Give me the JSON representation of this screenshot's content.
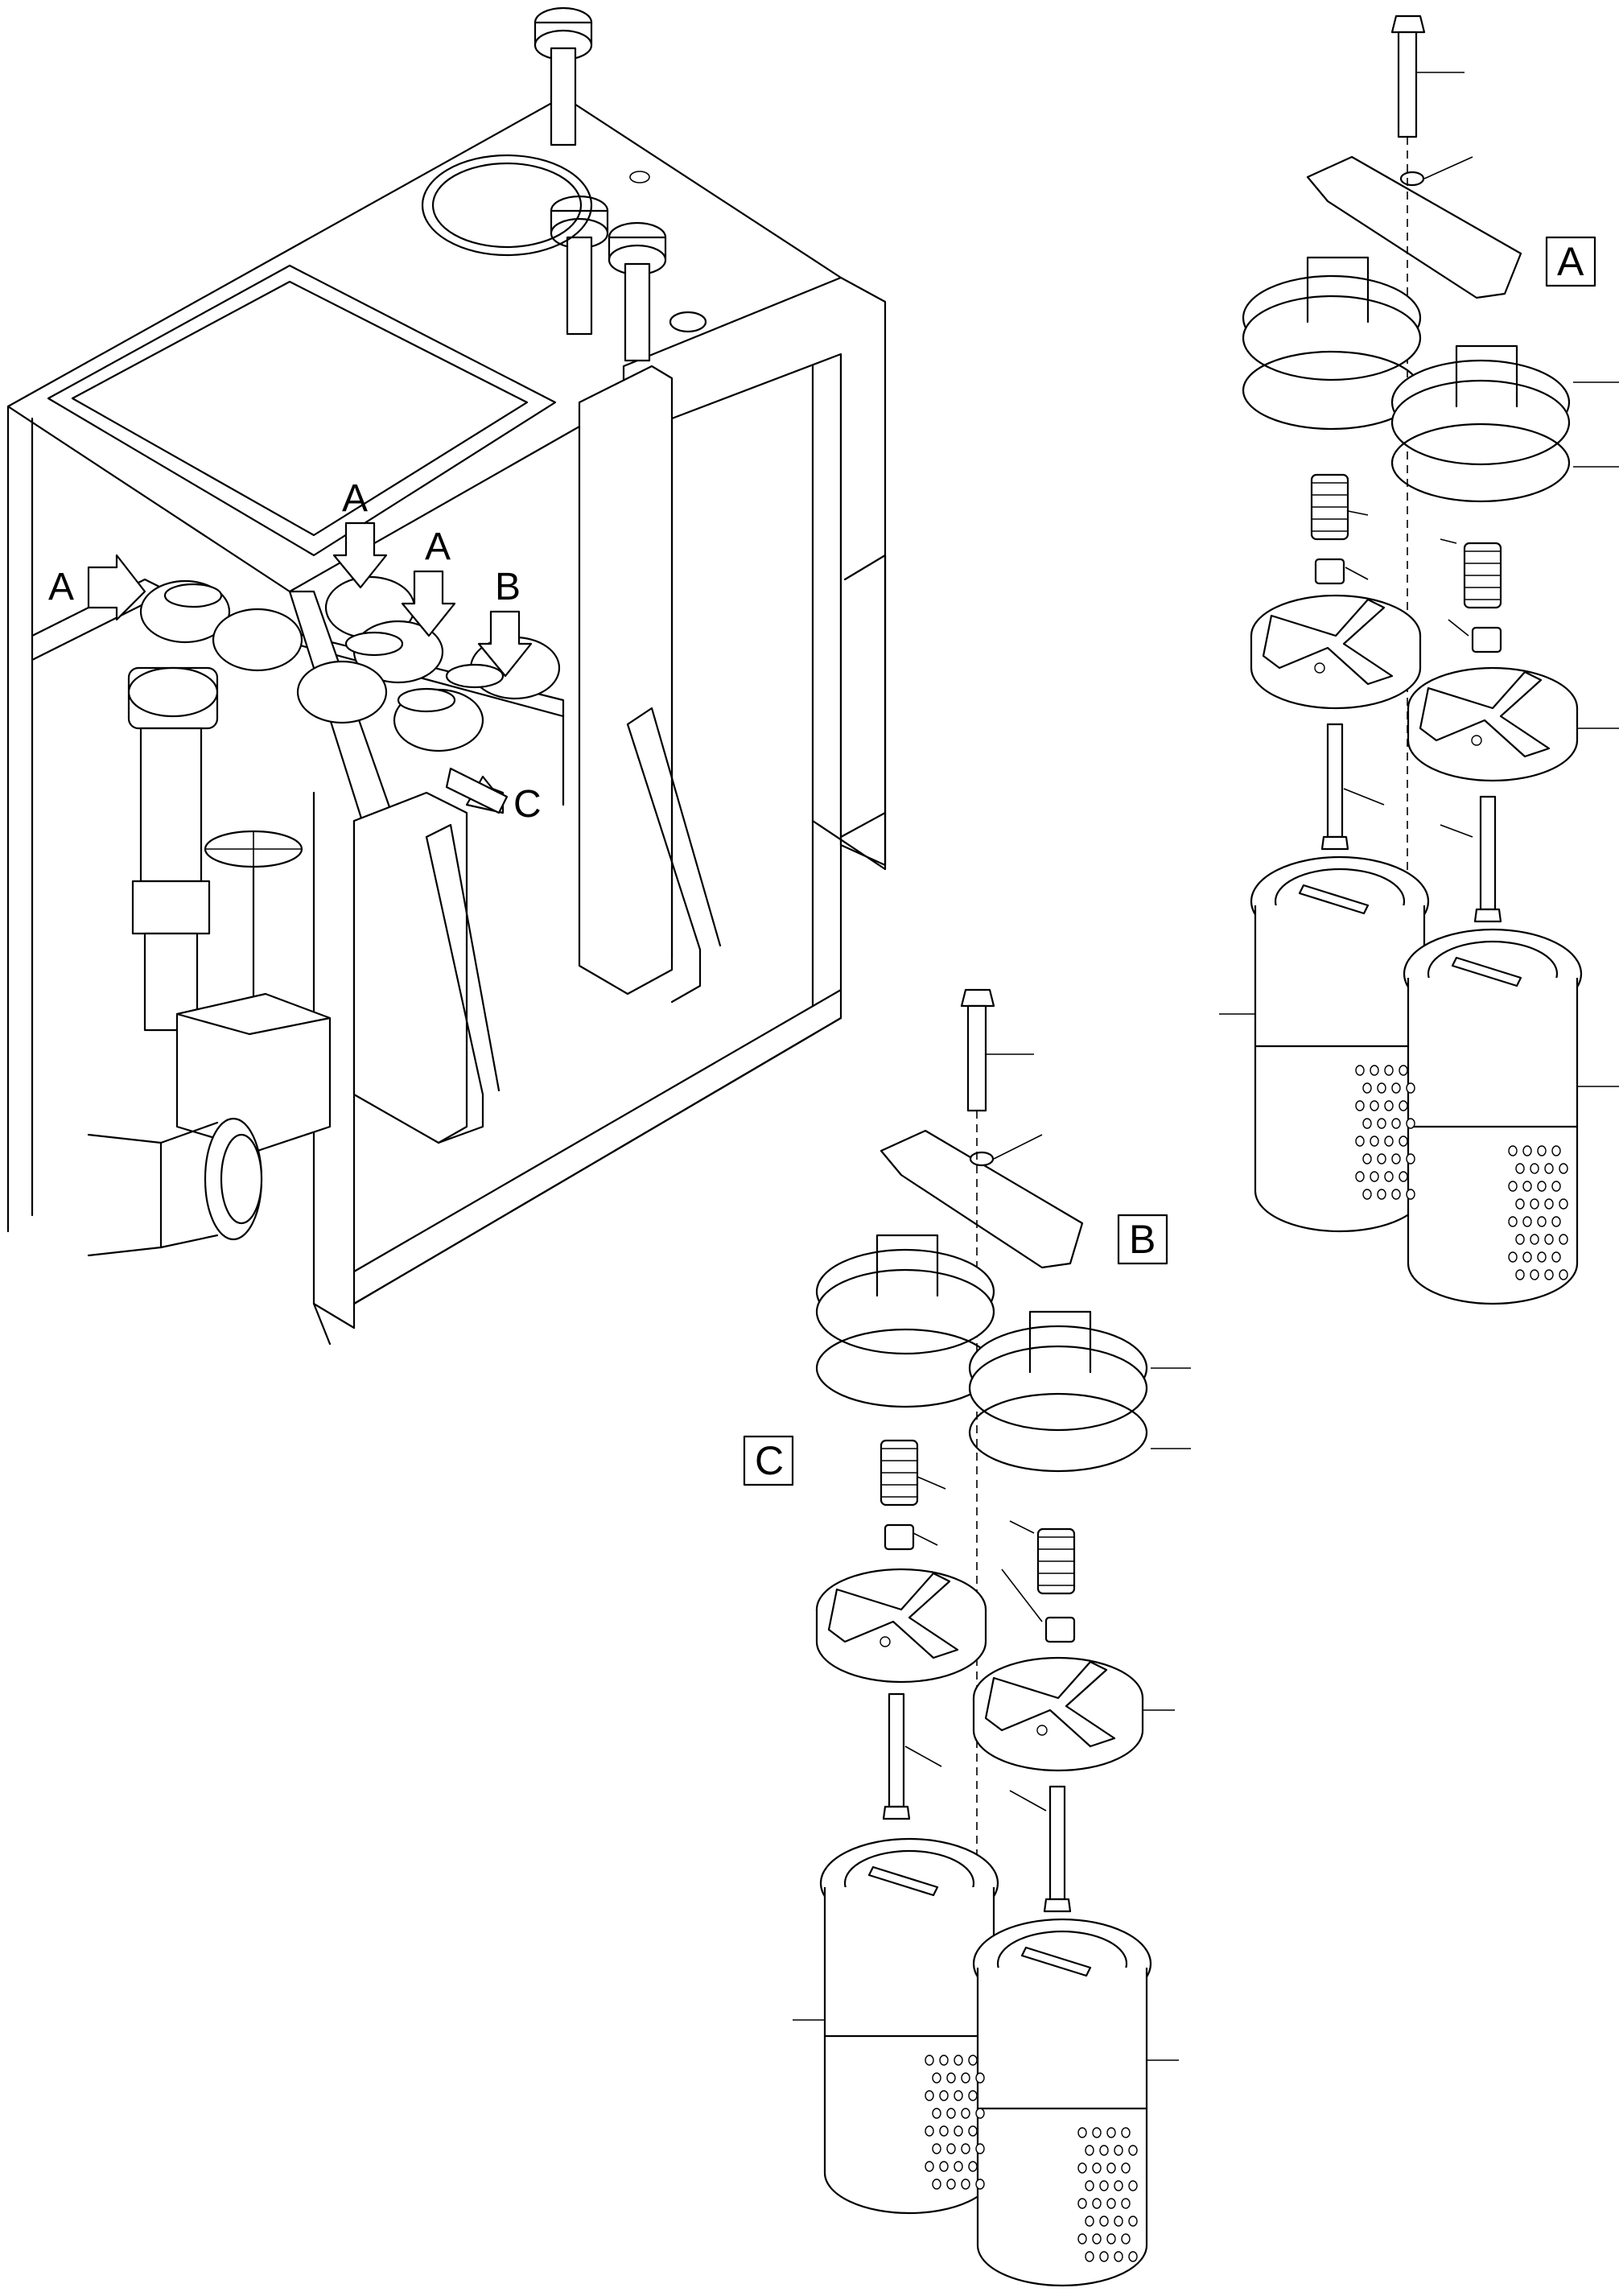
{
  "diagram": {
    "callouts": [
      "A",
      "A",
      "A",
      "B",
      "C"
    ],
    "detail_labels": [
      "A",
      "B",
      "C"
    ]
  }
}
